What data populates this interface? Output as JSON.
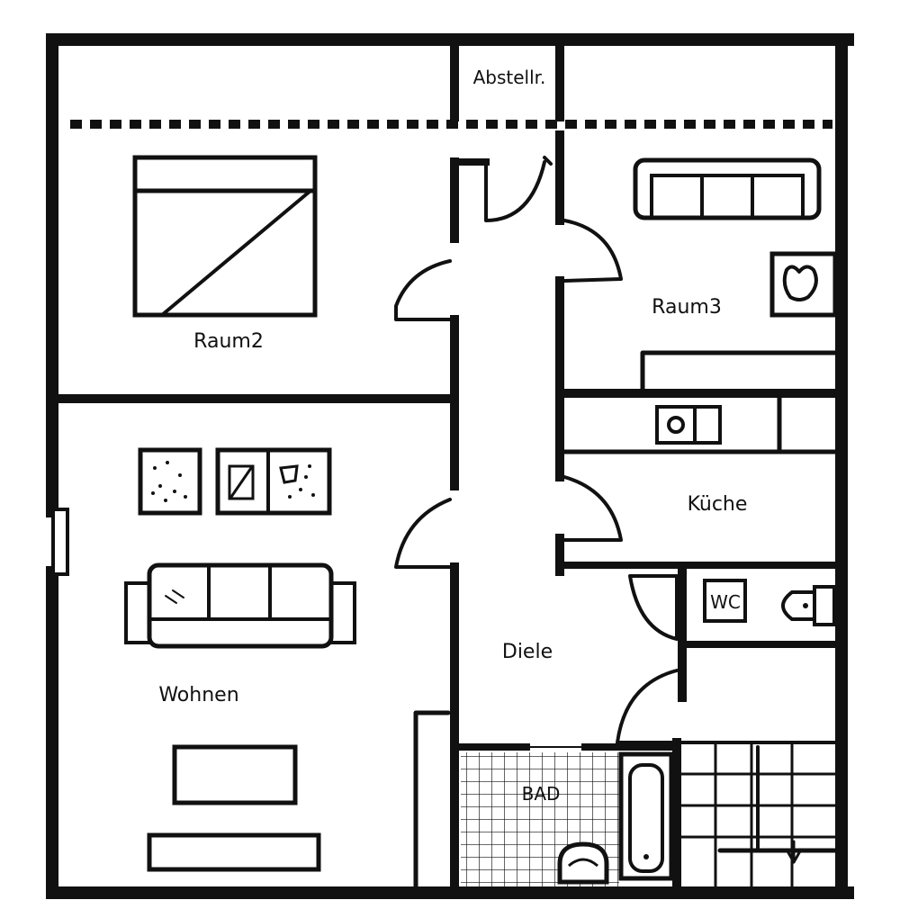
{
  "colors": {
    "wall": "#111111",
    "background": "#ffffff"
  },
  "rooms": {
    "storage": "Abstellr.",
    "room2": "Raum2",
    "room3": "Raum3",
    "living": "Wohnen",
    "kitchen": "Küche",
    "wc": "WC",
    "hall": "Diele",
    "bath": "BAD"
  }
}
